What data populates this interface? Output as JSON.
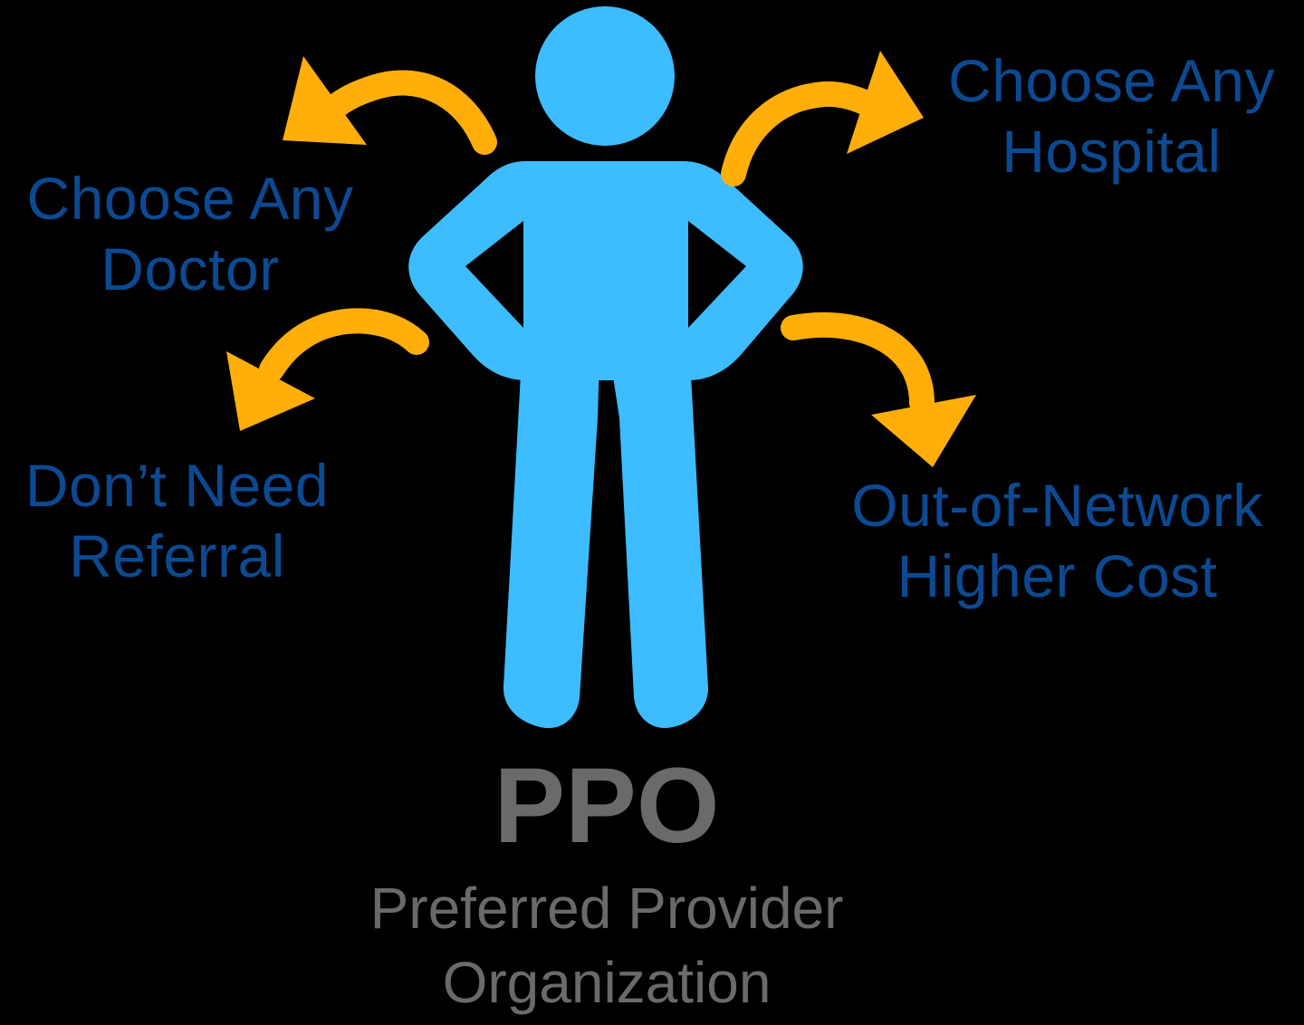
{
  "colors": {
    "background": "#000000",
    "figure": "#3DBCFF",
    "arrow": "#FFAE0A",
    "label_text": "#0B4A93",
    "title_text": "#6A6A6A"
  },
  "figure": {
    "icon": "standing-person-hands-on-hips-icon"
  },
  "arrows": [
    {
      "icon": "curved-arrow-icon",
      "points_to": "choose-any-doctor"
    },
    {
      "icon": "curved-arrow-icon",
      "points_to": "choose-any-hospital"
    },
    {
      "icon": "curved-arrow-icon",
      "points_to": "dont-need-referral"
    },
    {
      "icon": "curved-arrow-icon",
      "points_to": "out-of-network-higher-cost"
    }
  ],
  "labels": {
    "doctor": {
      "line1": "Choose Any",
      "line2": "Doctor"
    },
    "hospital": {
      "line1": "Choose Any",
      "line2": "Hospital"
    },
    "referral": {
      "line1": "Don’t Need",
      "line2": "Referral"
    },
    "network": {
      "line1": "Out-of-Network",
      "line2": "Higher Cost"
    }
  },
  "title": {
    "acronym": "PPO",
    "line1": "Preferred Provider",
    "line2": "Organization"
  }
}
